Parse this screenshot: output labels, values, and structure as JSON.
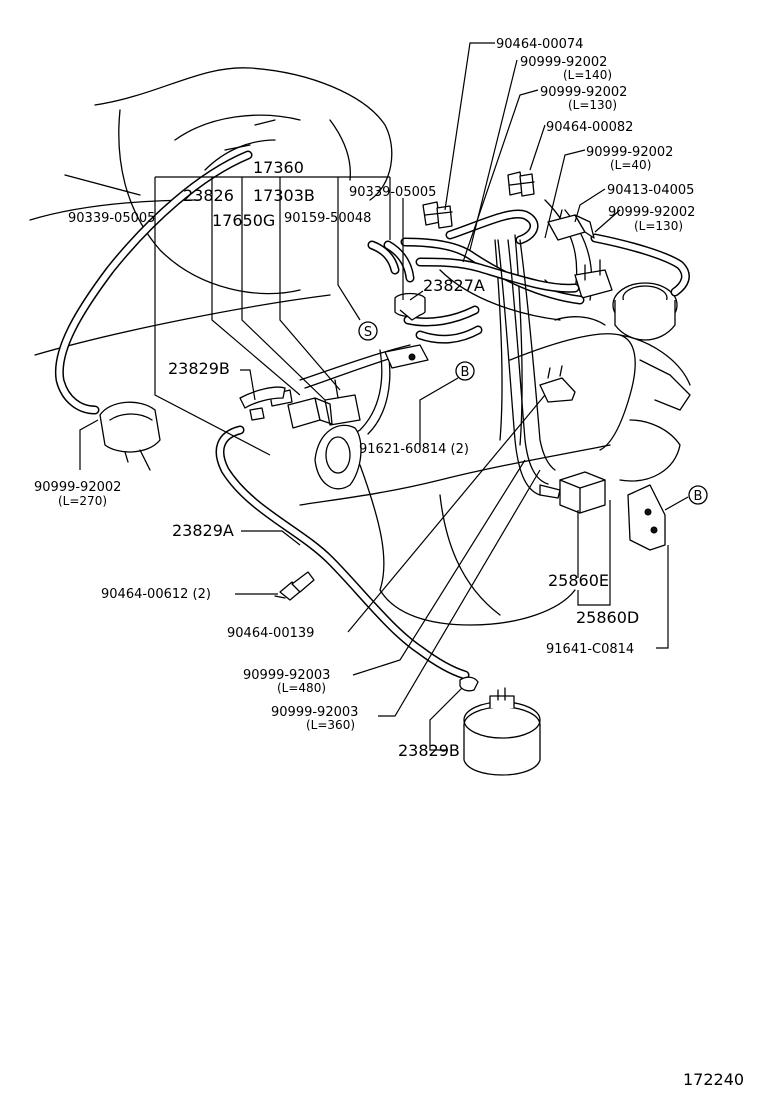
{
  "diagram": {
    "figure_number": "172240",
    "markers": {
      "s": "S",
      "b": "B"
    },
    "labels": {
      "p90464_00074": "90464-00074",
      "p90999_92002_a": "90999-92002",
      "p90999_92002_a_len": "(L=140)",
      "p90999_92002_b": "90999-92002",
      "p90999_92002_b_len": "(L=130)",
      "p90464_00082": "90464-00082",
      "p90999_92002_c": "90999-92002",
      "p90999_92002_c_len": "(L=40)",
      "p90413_04005": "90413-04005",
      "p90999_92002_d": "90999-92002",
      "p90999_92002_d_len": "(L=130)",
      "p17360": "17360",
      "p23826": "23826",
      "p17303b": "17303B",
      "p90339_05005_r": "90339-05005",
      "p90339_05005_l": "90339-05005",
      "p17650g": "17650G",
      "p90159_50048": "90159-50048",
      "p23827a": "23827A",
      "p23829b_top": "23829B",
      "p91621_60814": "91621-60814 (2)",
      "p90999_92002_e": "90999-92002",
      "p90999_92002_e_len": "(L=270)",
      "p23829a": "23829A",
      "p90464_00612": "90464-00612 (2)",
      "p90464_00139": "90464-00139",
      "p90999_92003_a": "90999-92003",
      "p90999_92003_a_len": "(L=480)",
      "p90999_92003_b": "90999-92003",
      "p90999_92003_b_len": "(L=360)",
      "p23829b_bot": "23829B",
      "p25860e": "25860E",
      "p25860d": "25860D",
      "p91641_c0814": "91641-C0814"
    }
  }
}
